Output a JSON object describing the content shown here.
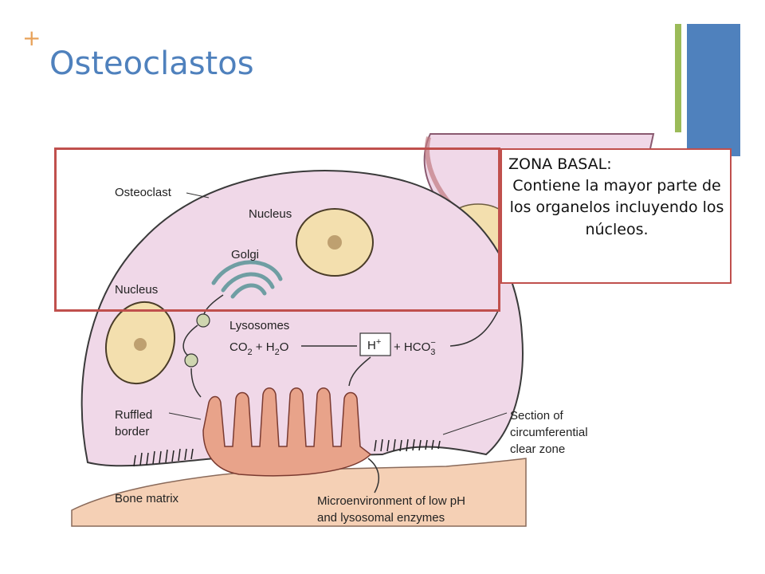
{
  "slide": {
    "title": "Osteoclastos",
    "bullet_glyph": "+",
    "accent_colors": {
      "title": "#4f81bd",
      "bullet": "#e8a25a",
      "bar_green": "#9bbb59",
      "bar_blue": "#4f81bd",
      "highlight": "#c0504d"
    }
  },
  "diagram": {
    "labels": {
      "osteoclast": "Osteoclast",
      "nucleus_top": "Nucleus",
      "golgi": "Golgi",
      "nucleus_left": "Nucleus",
      "lysosomes": "Lysosomes",
      "reaction_left": "CO",
      "reaction_sub2": "2",
      "reaction_plus_h": " + H",
      "reaction_sub_h2": "2",
      "reaction_o": "O",
      "h_ion": "H",
      "h_sup": "+",
      "hco": "+ HCO",
      "hco_sub": "3",
      "hco_sup": "−",
      "ruffled_1": "Ruffled",
      "ruffled_2": "border",
      "section_1": "Section of",
      "section_2": "circumferential",
      "section_3": "clear zone",
      "bone_matrix": "Bone matrix",
      "micro_1": "Microenvironment of low pH",
      "micro_2": "and lysosomal enzymes"
    },
    "colors": {
      "cell": "#f0d8e8",
      "nucleus": "#f3dfae",
      "ruffle": "#e8a38a",
      "bone": "#f5d0b5",
      "golgi": "#9cc7cc"
    }
  },
  "callout": {
    "heading": "ZONA BASAL:",
    "body": "Contiene la mayor parte de los organelos incluyendo los núcleos."
  }
}
